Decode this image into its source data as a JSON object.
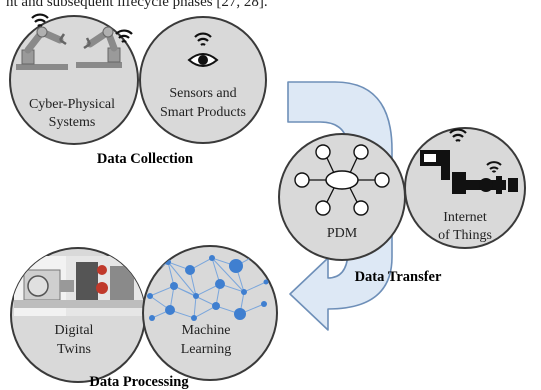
{
  "header": {
    "text": "nt and subsequent lifecycle phases [27, 28]."
  },
  "groups": {
    "collection": {
      "title": "Data Collection",
      "items": [
        {
          "line1": "Cyber-Physical",
          "line2": "Systems"
        },
        {
          "line1": "Sensors and",
          "line2": "Smart Products"
        }
      ]
    },
    "transfer": {
      "title": "Data Transfer",
      "items": [
        {
          "line1": "PDM"
        },
        {
          "line1": "Internet",
          "line2": "of Things"
        }
      ]
    },
    "processing": {
      "title": "Data Processing",
      "items": [
        {
          "line1": "Digital",
          "line2": "Twins"
        },
        {
          "line1": "Machine",
          "line2": "Learning"
        }
      ]
    }
  },
  "colors": {
    "circle_fill": "#d9d9d9",
    "circle_stroke": "#3a3a3a",
    "arrow_fill": "#dde8f5",
    "arrow_stroke": "#6e8fb8",
    "network_node": "#3f7fd0"
  }
}
